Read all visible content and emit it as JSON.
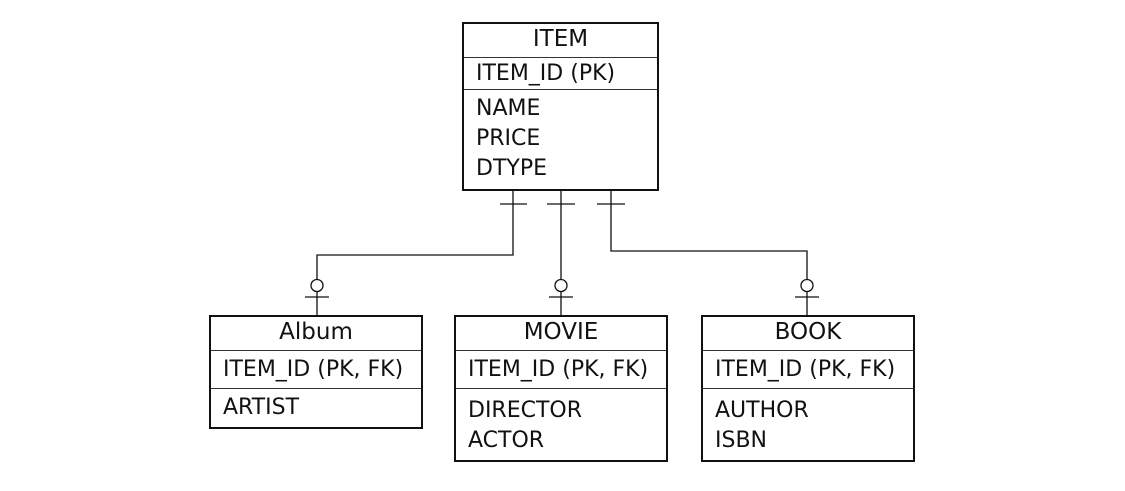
{
  "entities": {
    "item": {
      "title": "ITEM",
      "pk": "ITEM_ID (PK)",
      "attributes": [
        "NAME",
        "PRICE",
        "DTYPE"
      ]
    },
    "album": {
      "title": "Album",
      "pk": "ITEM_ID (PK, FK)",
      "attributes": [
        "ARTIST"
      ]
    },
    "movie": {
      "title": "MOVIE",
      "pk": "ITEM_ID (PK, FK)",
      "attributes": [
        "DIRECTOR",
        "ACTOR"
      ]
    },
    "book": {
      "title": "BOOK",
      "pk": "ITEM_ID (PK, FK)",
      "attributes": [
        "AUTHOR",
        "ISBN"
      ]
    }
  },
  "relationships": [
    {
      "from": "ITEM",
      "to": "Album",
      "parent_end": "one-mandatory",
      "child_end": "zero-or-one"
    },
    {
      "from": "ITEM",
      "to": "MOVIE",
      "parent_end": "one-mandatory",
      "child_end": "zero-or-one"
    },
    {
      "from": "ITEM",
      "to": "BOOK",
      "parent_end": "one-mandatory",
      "child_end": "zero-or-one"
    }
  ]
}
